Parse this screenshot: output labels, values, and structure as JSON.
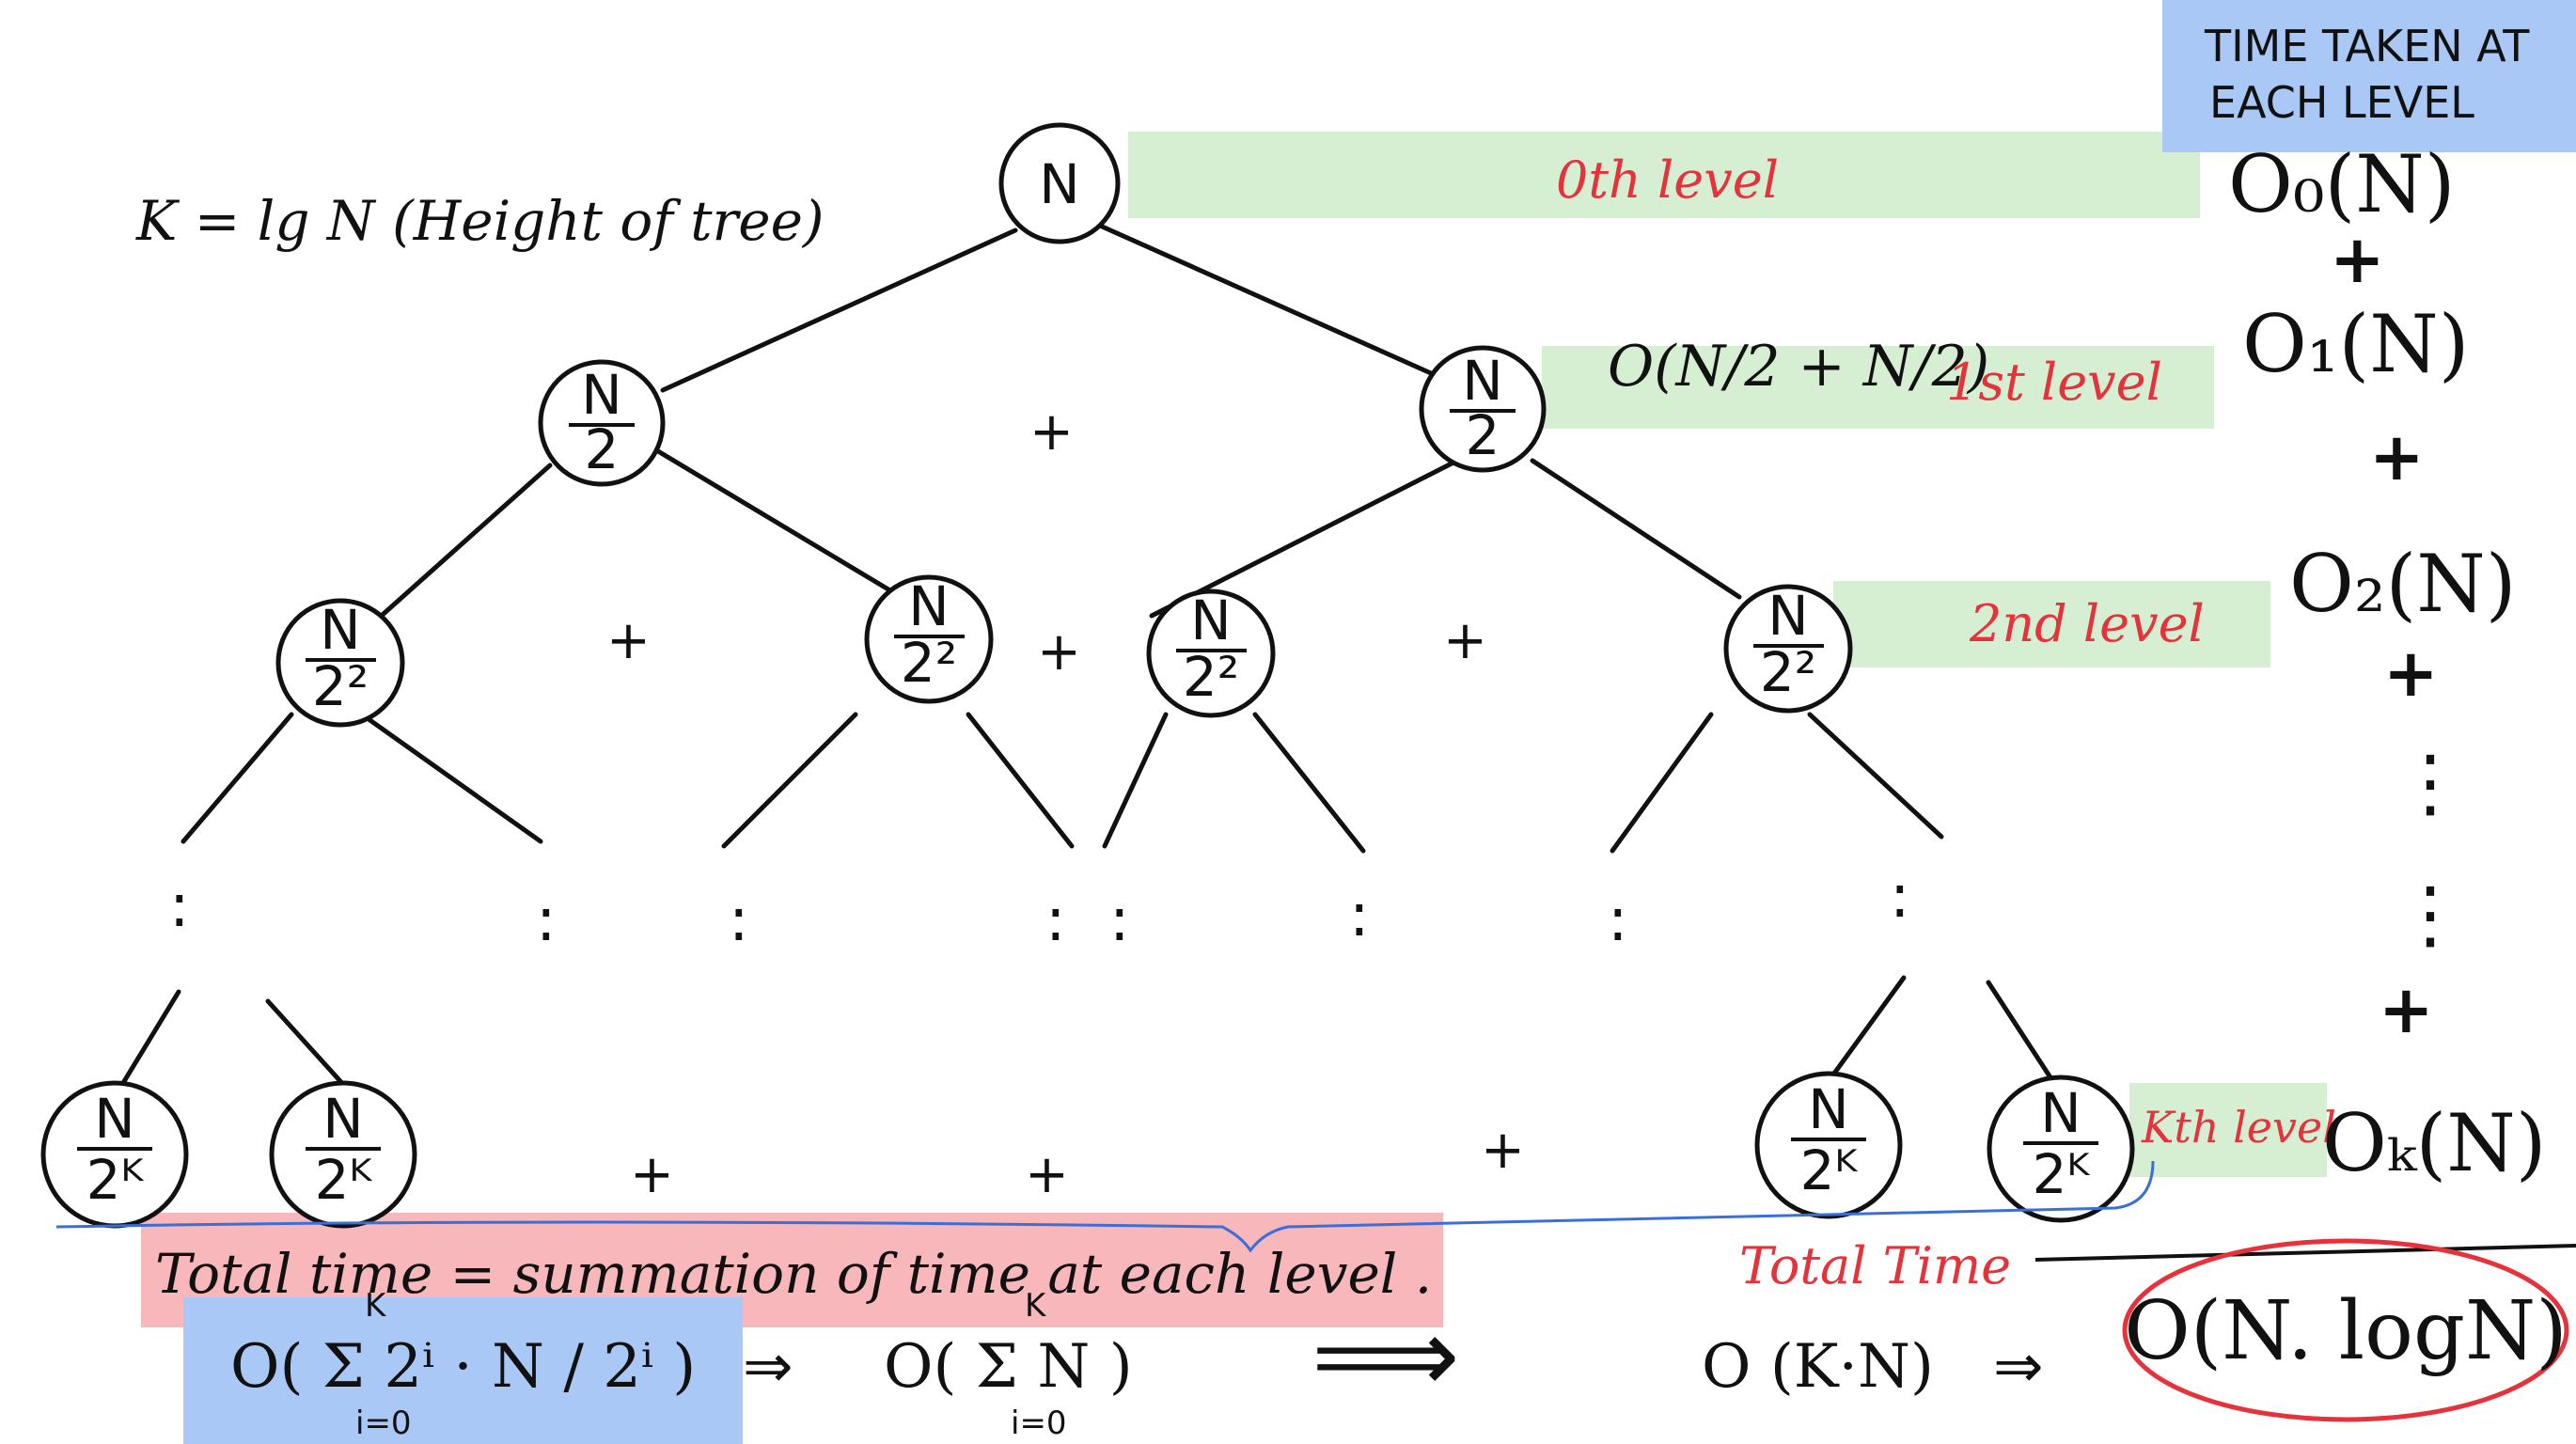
{
  "header": {
    "height_note": "K = lg N (Height of tree)",
    "time_label_line1": "TIME TAKEN AT",
    "time_label_line2": "EACH LEVEL"
  },
  "tree": {
    "root": "N",
    "level1": {
      "num": "N",
      "den": "2"
    },
    "level2": {
      "num": "N",
      "den": "2²"
    },
    "levelk": {
      "num": "N",
      "den": "2ᴷ"
    },
    "dots": ":",
    "plus": "+"
  },
  "levels": {
    "l0": "0th level",
    "l1": "1st level",
    "l1_expr": "O(N/2 + N/2)",
    "l2": "2nd level",
    "lk": "Kth level"
  },
  "costs": {
    "c0": "O₀(N)",
    "c1": "O₁(N)",
    "c2": "O₂(N)",
    "ck": "Oₖ(N)",
    "plus": "+",
    "vdots": "⋮"
  },
  "summary": {
    "total_time_text": "Total time = summation of time at each level .",
    "total_time_red": "Total Time",
    "sum_expr1": "O( Σ 2ⁱ · N / 2ⁱ )",
    "sum_expr1_top": "K",
    "sum_expr1_bottom": "i=0",
    "implies": "⇒",
    "sum_expr2": "O( Σ N )",
    "sum_expr2_top": "K",
    "sum_expr2_bottom": "i=0",
    "big_arrow": "⟹",
    "kn_expr": "O (K·N)",
    "result": "O(N. logN)"
  },
  "colors": {
    "ink": "#111111",
    "red": "#e5323b",
    "green_hl": "#d6efd3",
    "blue_hl": "#a9c8f5",
    "pink_hl": "#f8b7bb",
    "blue_line": "#3a6fd8"
  }
}
